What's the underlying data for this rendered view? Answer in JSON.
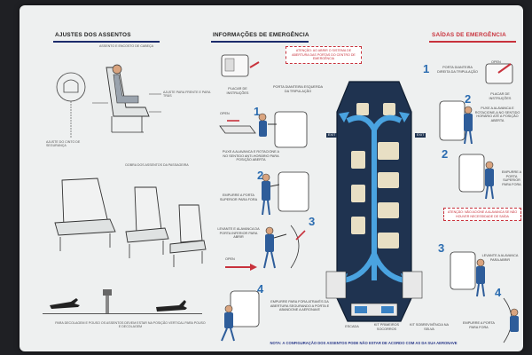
{
  "sections": {
    "seats": "AJUSTES DOS ASSENTOS",
    "emergency_info": "INFORMAÇÕES DE EMERGÊNCIA",
    "emergency_exits": "SAÍDAS DE EMERGÊNCIA"
  },
  "seat_notes": {
    "headrest": "ASSENTO E ENCOSTO DE CABEÇA",
    "lever": "AJUSTE PARA FRENTE E PARA TRÁS",
    "seatbelt": "AJUSTE DO CINTO DE SEGURANÇA",
    "fold": "DOBRA DOS ASSENTOS DA PASSAGEIRA",
    "footer": "PARA DECOLAGEM E POUSO OS ASSENTOS DEVEM ESTAR NA POSIÇÃO VERTICAL PARA POUSO E DECOLAGEM"
  },
  "attention_top": "ATENÇÃO: AO ABRIR O SISTEMA DE ABERTURA DAS PORTAS DO CENTRO DE EMERGÊNCIA",
  "attention_right": "ATENÇÃO: NÃO ACIONE A ALAVANCA SE NÃO HOUVER NECESSIDADE DE SAÍDA",
  "left_steps": [
    {
      "num": "1",
      "text": "PUXE A ALAVANCA E ROTACIONE A NO SENTIDO ANTI-HORÁRIO PARA POSIÇÃO ABERTA"
    },
    {
      "num": "2",
      "text": "EMPURRE A PORTA SUPERIOR PARA FORA"
    },
    {
      "num": "3",
      "text": "LEVANTE E ALAVANCA DA PORTA INFERIOR PARA ABRIR"
    },
    {
      "num": "4",
      "text": "EMPURRE PARA FORA ATRAVÉS DA ABERTURA SEGURANDO A PORTA E ABANDONE A AERONAVE"
    }
  ],
  "right_steps": [
    {
      "num": "1",
      "text": "PORTA DIANTEIRA DIREITA DA TRIPULAÇÃO"
    },
    {
      "num": "2",
      "text": "PUXE A ALAVANCA E ROTACIONE-A NO SENTIDO HORÁRIO ATÉ A POSIÇÃO ABERTA"
    },
    {
      "num": "2",
      "text": "EMPURRE A PORTA SUPERIOR PARA FORA"
    },
    {
      "num": "3",
      "text": "LEVANTE A ALAVANCA PARA ABRIR"
    },
    {
      "num": "4",
      "text": "EMPURRE A PORTA PARA FORA"
    }
  ],
  "plan_labels": {
    "exit_left": "EXIT",
    "exit_right": "EXIT",
    "bottom_left": "ESCADA",
    "bottom_mid": "KIT PRIMEIROS SOCORROS",
    "bottom_right": "KIT SOBREVIVÊNCIA NA SELVA",
    "open": "OPEN",
    "door_front": "PORTA DIANTEIRA ESQUERDA DA TRIPULAÇÃO",
    "placard": "PLACAR DE INSTRUÇÕES"
  },
  "footer_note": "NOTA: A CONFIGURAÇÃO DOS ASSENTOS PODE NÃO ESTAR DE ACORDO COM AS DA SUA AERONAVE",
  "colors": {
    "accent_blue": "#2b6cb0",
    "alert_red": "#c8323c",
    "navy_cabin": "#1f3350"
  }
}
